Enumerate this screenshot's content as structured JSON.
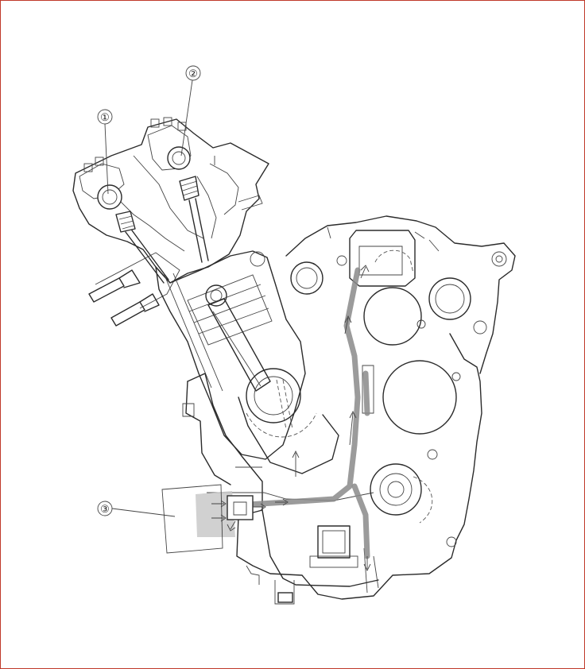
{
  "figure": {
    "callouts": [
      {
        "id": "callout-1",
        "label": "①"
      },
      {
        "id": "callout-2",
        "label": "②"
      },
      {
        "id": "callout-3",
        "label": "③"
      }
    ]
  },
  "colors": {
    "line": "#2b2b2b",
    "oil_passage": "#c9c9c9",
    "border": "#c0392b"
  }
}
